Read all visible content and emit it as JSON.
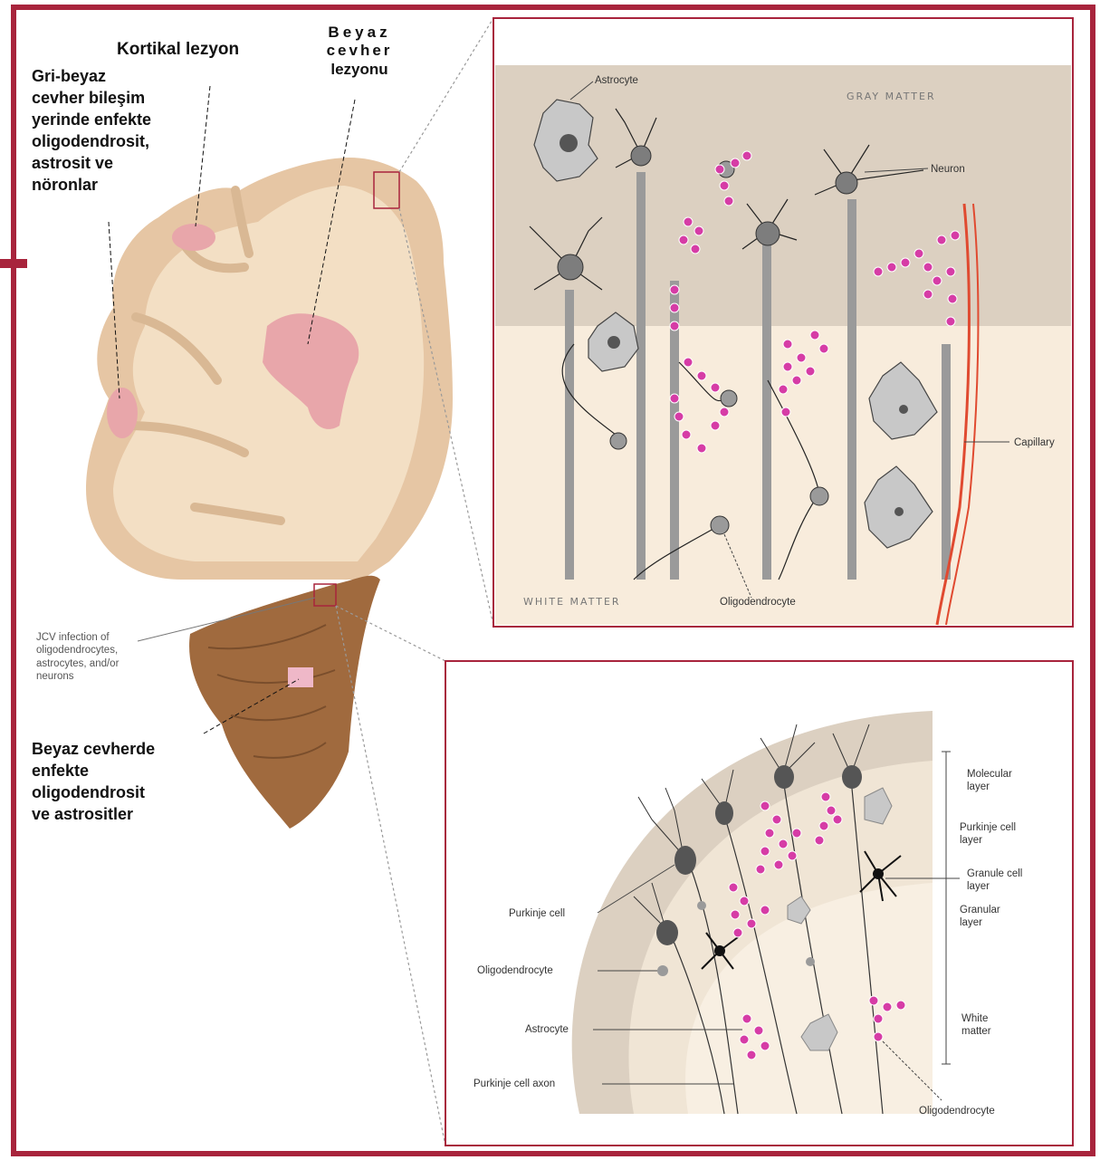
{
  "colors": {
    "frame": "#a8243c",
    "gray_matter": "#dcd0c1",
    "white_matter": "#f8ecdc",
    "lesion": "#e8a6aa",
    "virus": "#d63ca6",
    "cerebellum": "#a06a3e",
    "cell_gray": "#9a9a9a"
  },
  "brain_labels": {
    "cortical_lesion": "Kortikal lezyon",
    "white_matter_lesion_1": "Beyaz",
    "white_matter_lesion_2": "cevher",
    "white_matter_lesion_3": "lezyonu",
    "gray_white_junction": [
      "Gri-beyaz",
      "cevher bileşim",
      "yerinde enfekte",
      "oligodendrosit,",
      "astrosit ve",
      "nöronlar"
    ],
    "jcv_infection": [
      "JCV infection of",
      "oligodendrocytes,",
      "astrocytes, and/or",
      "neurons"
    ],
    "white_matter_infected": [
      "Beyaz cevherde",
      "enfekte",
      "oligodendrosit",
      "ve astrositler"
    ]
  },
  "upper_inset": {
    "astrocyte": "Astrocyte",
    "gray_matter": "GRAY MATTER",
    "neuron": "Neuron",
    "capillary": "Capillary",
    "white_matter": "WHITE MATTER",
    "oligodendrocyte": "Oligodendrocyte"
  },
  "lower_inset": {
    "molecular_layer": [
      "Molecular",
      "layer"
    ],
    "purkinje_layer": [
      "Purkinje cell",
      "layer"
    ],
    "granule_cell_layer": [
      "Granule cell",
      "layer"
    ],
    "granular_layer": [
      "Granular",
      "layer"
    ],
    "white_matter": [
      "White",
      "matter"
    ],
    "purkinje_cell": "Purkinje cell",
    "oligodendrocyte_left": "Oligodendrocyte",
    "astrocyte": "Astrocyte",
    "purkinje_axon": "Purkinje cell axon",
    "oligodendrocyte_bottom": "Oligodendrocyte"
  }
}
